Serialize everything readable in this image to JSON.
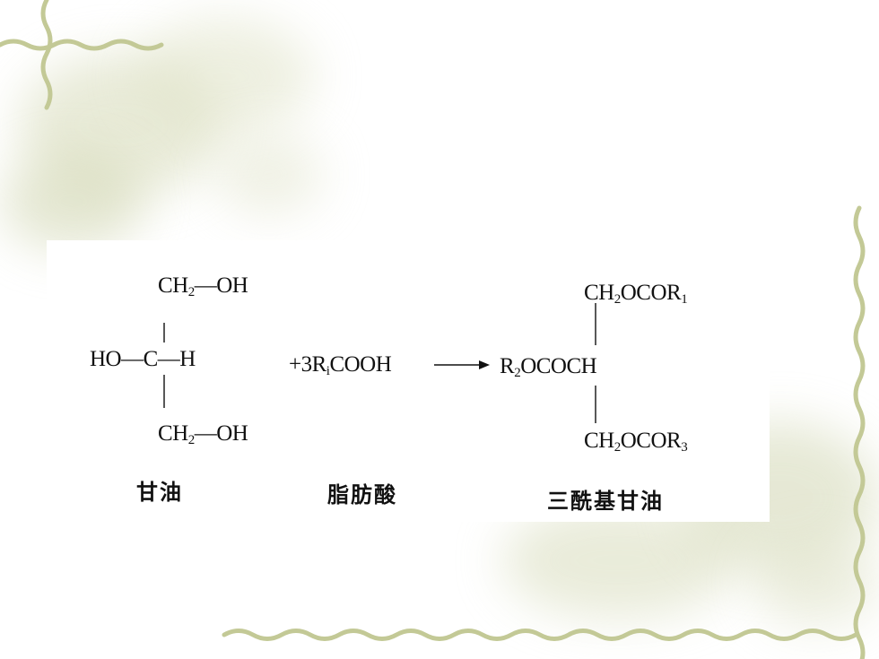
{
  "slide": {
    "palette": {
      "background": "#ffffff",
      "vine": "#c9cfa1",
      "blossom": "#d9dcc0"
    },
    "decoration_icons": [
      "vine-frame-icon",
      "blossom-watermark-icon"
    ]
  },
  "reaction": {
    "glycerol": {
      "top_group": "CH",
      "top_sub": "2",
      "top_oh": "—OH",
      "middle_ho": "HO—",
      "middle_c": "C",
      "middle_h": "—H",
      "bottom_group": "CH",
      "bottom_sub": "2",
      "bottom_oh": "—OH",
      "name": "甘油"
    },
    "fatty_acid": {
      "prefix": "+3R",
      "sub": "i",
      "suffix": "COOH",
      "name": "脂肪酸"
    },
    "product": {
      "top_group": "CH",
      "top_sub": "2",
      "top_rest": "OCOR",
      "top_r_sub": "1",
      "middle_r": "R",
      "middle_sub": "2",
      "middle_rest": "OCOCH",
      "bottom_group": "CH",
      "bottom_sub": "2",
      "bottom_rest": "OCOR",
      "bottom_r_sub": "3",
      "name": "三酰基甘油"
    }
  }
}
